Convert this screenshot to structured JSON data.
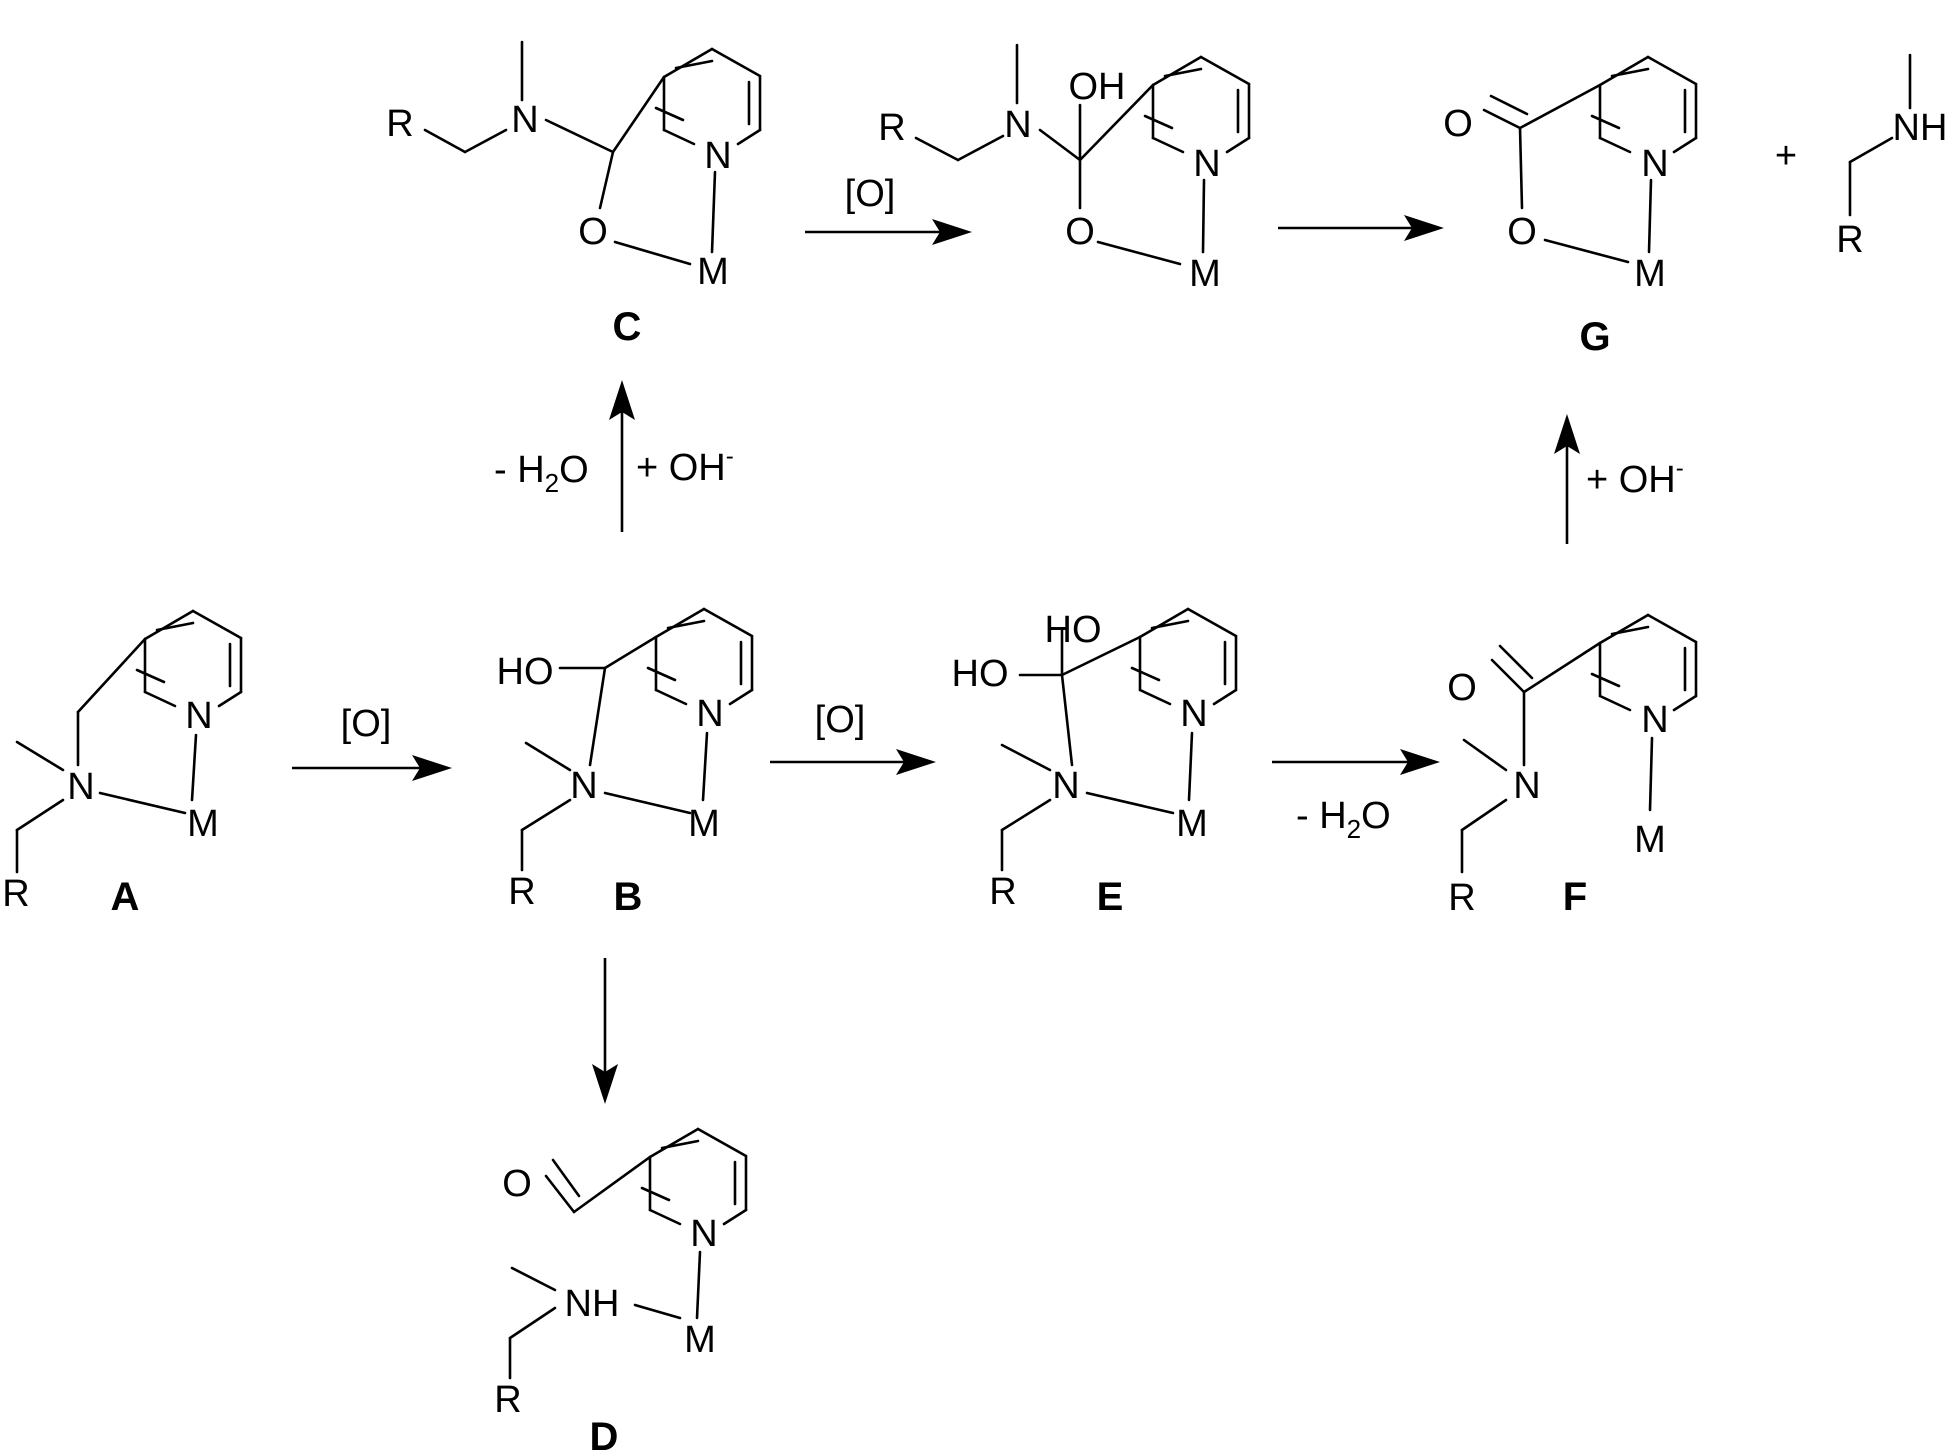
{
  "atoms": {
    "R": "R",
    "N": "N",
    "M": "M",
    "O": "O",
    "OH": "OH",
    "HO": "HO",
    "NH": "NH"
  },
  "reagents": {
    "oxidant": "[O]",
    "minus_water_prefix": "- H",
    "water_sub": "2",
    "water_suffix": "O",
    "plus_hydroxide": "+ OH",
    "minus_sign": "-",
    "plus": "+"
  },
  "compounds": {
    "A": "A",
    "B": "B",
    "C": "C",
    "D": "D",
    "E": "E",
    "F": "F",
    "G": "G"
  }
}
